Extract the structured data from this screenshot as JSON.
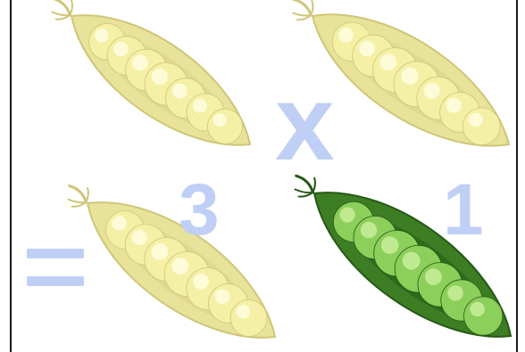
{
  "scene": {
    "symbols": {
      "times": "x",
      "three": "3",
      "one": "1"
    },
    "equals_icon": "equals-sign",
    "pods": [
      {
        "name": "pod-top-left",
        "variant": "yellow",
        "peas": 7
      },
      {
        "name": "pod-top-right",
        "variant": "yellow",
        "peas": 7
      },
      {
        "name": "pod-bottom-left",
        "variant": "yellow",
        "peas": 7
      },
      {
        "name": "pod-bottom-right",
        "variant": "green",
        "peas": 7
      }
    ]
  },
  "colors": {
    "symbol": "#bfcff6",
    "background": "#ffffff",
    "frame": "#1b1b1b",
    "yellow_shell": "#e8e39a",
    "yellow_shell_light": "#f8f4c7",
    "yellow_pea": "#f4f0a6",
    "yellow_pea_light": "#fffde0",
    "green_shell": "#3d7d24",
    "green_shell_dark": "#255915",
    "green_pea": "#8ccf5a",
    "green_pea_light": "#c9ef9b"
  }
}
